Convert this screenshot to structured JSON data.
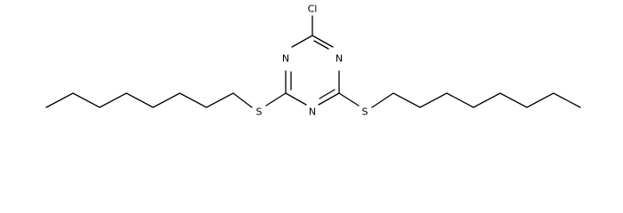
{
  "molecule": {
    "atoms": {
      "cl": "Cl",
      "n_left": "N",
      "n_right": "N",
      "n_bottom": "N",
      "s_left": "S",
      "s_right": "S"
    }
  }
}
